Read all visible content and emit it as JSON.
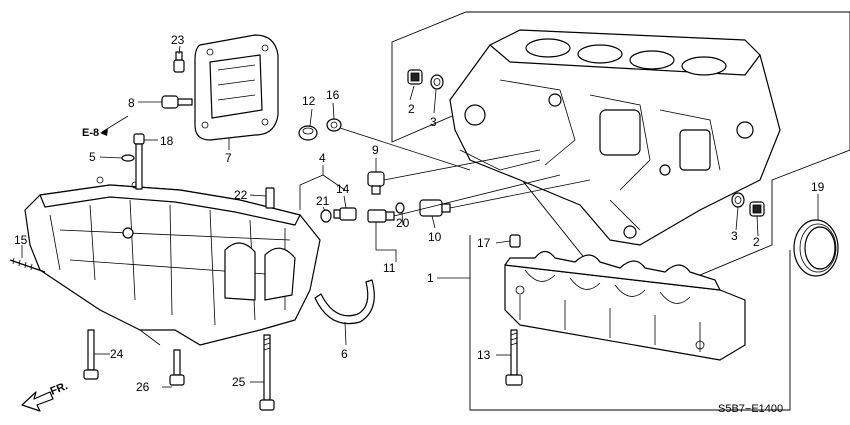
{
  "diagram": {
    "code": "S5B7−E1400",
    "front_ref": "FR.",
    "ref_e8": "E-8",
    "callouts": [
      {
        "label": "1"
      },
      {
        "label": "2"
      },
      {
        "label": "3"
      },
      {
        "label": "4"
      },
      {
        "label": "5"
      },
      {
        "label": "6"
      },
      {
        "label": "7"
      },
      {
        "label": "8"
      },
      {
        "label": "9"
      },
      {
        "label": "10"
      },
      {
        "label": "11"
      },
      {
        "label": "12"
      },
      {
        "label": "13"
      },
      {
        "label": "14"
      },
      {
        "label": "15"
      },
      {
        "label": "16"
      },
      {
        "label": "17"
      },
      {
        "label": "18"
      },
      {
        "label": "19"
      },
      {
        "label": "20"
      },
      {
        "label": "21"
      },
      {
        "label": "22"
      },
      {
        "label": "23"
      },
      {
        "label": "24"
      },
      {
        "label": "25"
      },
      {
        "label": "26"
      },
      {
        "label": "2"
      },
      {
        "label": "3"
      }
    ]
  }
}
